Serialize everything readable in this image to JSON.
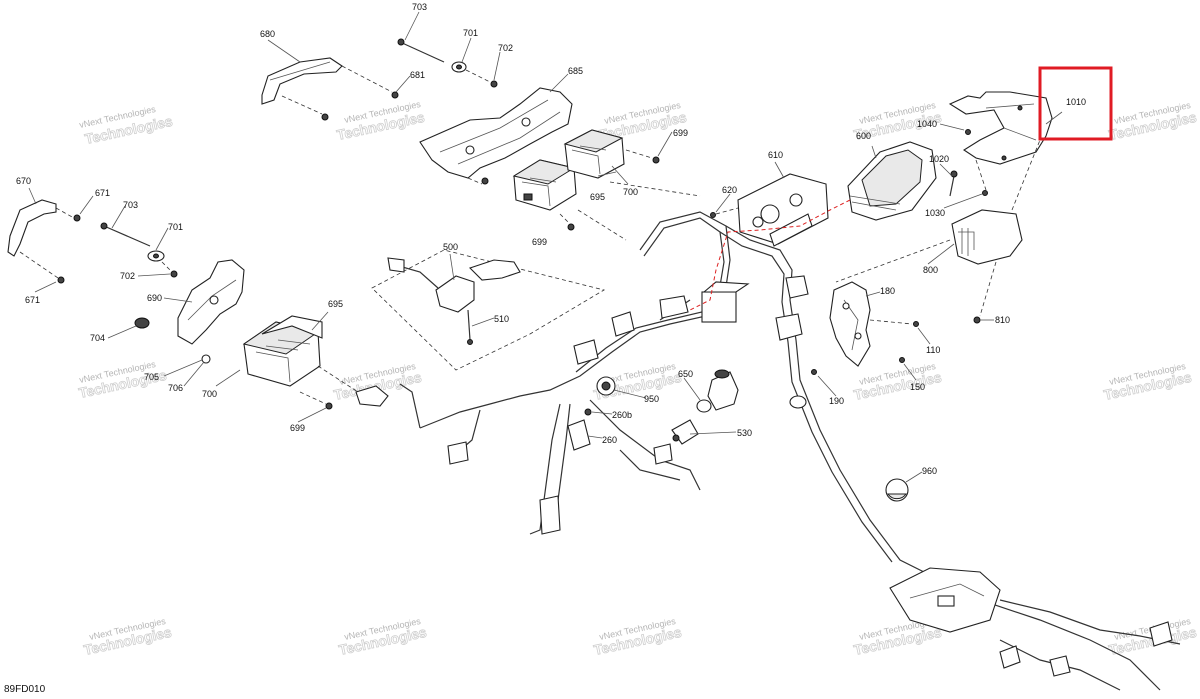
{
  "diagram_code": "89FD010",
  "watermark": {
    "line1": "vNext Technologies",
    "line2": "Technologies"
  },
  "callouts": {
    "c680": "680",
    "c703a": "703",
    "c701a": "701",
    "c702a": "702",
    "c681": "681",
    "c685": "685",
    "c699a": "699",
    "c695a": "695",
    "c700a": "700",
    "c699b": "699",
    "c670": "670",
    "c671a": "671",
    "c703b": "703",
    "c701b": "701",
    "c702b": "702",
    "c671b": "671",
    "c690": "690",
    "c704": "704",
    "c695b": "695",
    "c705": "705",
    "c706": "706",
    "c700b": "700",
    "c699c": "699",
    "c500": "500",
    "c510": "510",
    "c610": "610",
    "c600": "600",
    "c620": "620",
    "c1010": "1010",
    "c1040": "1040",
    "c1020": "1020",
    "c1030": "1030",
    "c800": "800",
    "c810": "810",
    "c180": "180",
    "c110": "110",
    "c190": "190",
    "c150": "150",
    "c650": "650",
    "c950": "950",
    "c260b": "260b",
    "c260": "260",
    "c530": "530",
    "c960": "960"
  },
  "highlight": {
    "color": "#e01b24",
    "target": "1010"
  }
}
